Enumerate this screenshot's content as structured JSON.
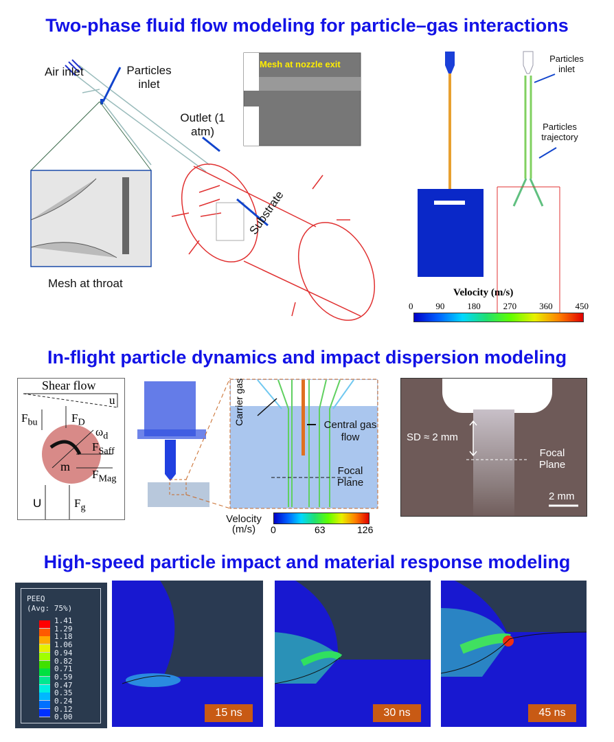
{
  "titles": {
    "section1": "Two-phase fluid flow modeling for particle–gas interactions",
    "section2": "In-flight particle dynamics and impact dispersion modeling",
    "section3": "High-speed particle impact and material response modeling"
  },
  "section1": {
    "air_inlet": "Air inlet",
    "particles_inlet": "Particles inlet",
    "outlet": "Outlet (1 atm)",
    "substrate": "Substrate",
    "mesh_throat": "Mesh at throat",
    "mesh_nozzle": "Mesh at nozzle exit",
    "right_particles_inlet": "Particles inlet",
    "particles_trajectory": "Particles trajectory",
    "colorbar": {
      "title": "Velocity (m/s)",
      "ticks": [
        "0",
        "90",
        "180",
        "270",
        "360",
        "450"
      ]
    }
  },
  "section2": {
    "shear_flow": "Shear flow",
    "u": "u",
    "F_bu": "F",
    "F_bu_sub": "bu",
    "F_D": "F",
    "F_D_sub": "D",
    "omega": "ω",
    "omega_sub": "d",
    "F_Saff": "F",
    "F_Saff_sub": "Saff",
    "F_Mag": "F",
    "F_Mag_sub": "Mag",
    "m": "m",
    "U": "U",
    "F_g": "F",
    "F_g_sub": "g",
    "carrier_gas": "Carrier gas",
    "central_gas_flow": "Central gas flow",
    "focal_plane": "Focal Plane",
    "colorbar": {
      "label": "Velocity (m/s)",
      "ticks": [
        "0",
        "63",
        "126"
      ]
    },
    "photo": {
      "sd": "SD ≈ 2 mm",
      "focal_plane": "Focal Plane",
      "scale": "2 mm"
    }
  },
  "section3": {
    "legend": {
      "title": "PEEQ",
      "avg": "(Avg: 75%)",
      "values": [
        "1.41",
        "1.29",
        "1.18",
        "1.06",
        "0.94",
        "0.82",
        "0.71",
        "0.59",
        "0.47",
        "0.35",
        "0.24",
        "0.12",
        "0.00"
      ],
      "colors": [
        "#ff0000",
        "#ff5a00",
        "#ffaa00",
        "#e8f000",
        "#a0ff00",
        "#40e000",
        "#00e040",
        "#00e890",
        "#00f0e0",
        "#00b8ff",
        "#0070ff",
        "#0030ff",
        "#0000e0"
      ]
    },
    "times": [
      "15 ns",
      "30 ns",
      "45 ns"
    ]
  }
}
